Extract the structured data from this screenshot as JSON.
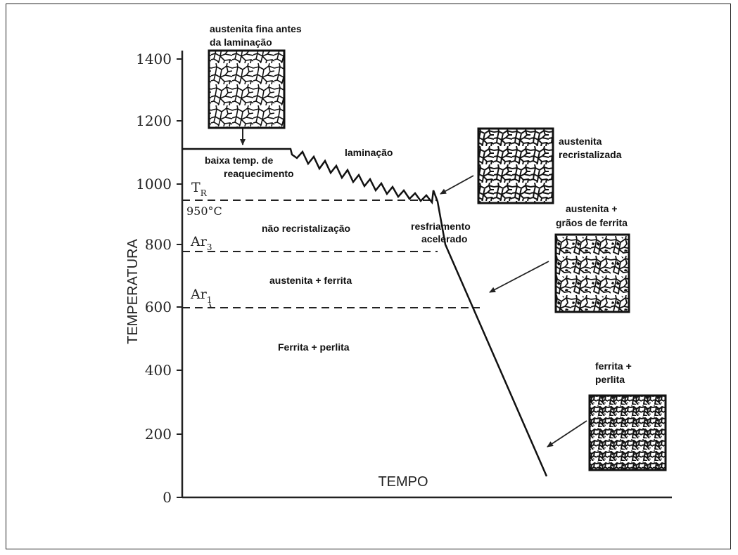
{
  "diagram": {
    "y_axis": {
      "title": "TEMPERATURA",
      "ticks": [
        "0",
        "200",
        "400",
        "600",
        "800",
        "1000",
        "1200",
        "1400"
      ]
    },
    "x_axis": {
      "title": "TEMPO"
    },
    "critical_lines": {
      "tr": {
        "main": "T",
        "sub": "R"
      },
      "tr_value": "950°C",
      "ar3": {
        "main": "Ar",
        "sub": "3"
      },
      "ar1": {
        "main": "Ar",
        "sub": "1"
      }
    },
    "region_labels": {
      "reheat_line1": "baixa temp. de",
      "reheat_line2": "reaquecimento",
      "rolling": "laminação",
      "non_recrystallization": "não recristalização",
      "austenite_ferrite": "austenita + ferrita",
      "ferrite_pearlite": "Ferrita + perlita",
      "cooling_line1": "resfriamento",
      "cooling_line2": "acelerado"
    },
    "micrographs": [
      {
        "line1": "austenita fina antes",
        "line2": "da laminação"
      },
      {
        "line1": "austenita",
        "line2": "recristalizada"
      },
      {
        "line1": "austenita +",
        "line2": "grãos de ferrita"
      },
      {
        "line1": "ferrita +",
        "line2": "perlita"
      }
    ]
  }
}
